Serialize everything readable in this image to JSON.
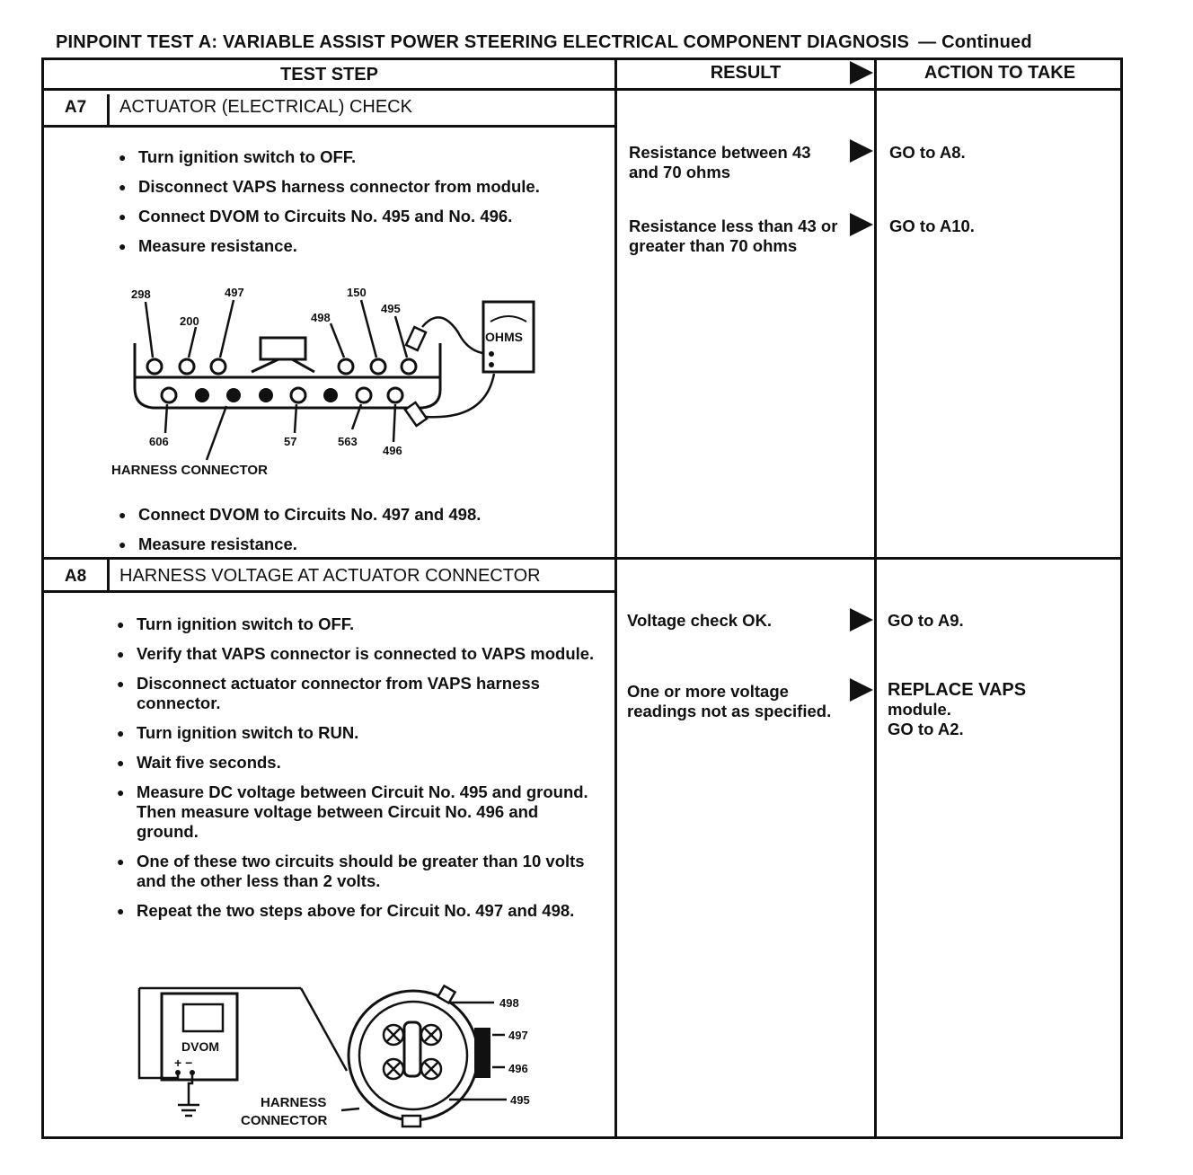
{
  "title": "PINPOINT TEST A: VARIABLE ASSIST POWER STEERING ELECTRICAL COMPONENT DIAGNOSIS",
  "title_continued": "— Continued",
  "headers": {
    "test_step": "TEST STEP",
    "result": "RESULT",
    "action": "ACTION TO TAKE"
  },
  "steps": [
    {
      "id": "A7",
      "title": "ACTUATOR (ELECTRICAL) CHECK",
      "instructions": [
        "Turn ignition switch to OFF.",
        "Disconnect VAPS harness connector from module.",
        "Connect DVOM to Circuits No. 495 and No. 496.",
        "Measure resistance."
      ],
      "instructions_after": [
        "Connect DVOM to Circuits No. 497 and 498.",
        "Measure resistance."
      ],
      "diagram": {
        "top_labels": [
          "298",
          "200",
          "497",
          "498",
          "150",
          "495"
        ],
        "bottom_labels": [
          "606",
          "57",
          "563",
          "496"
        ],
        "meter_label": "OHMS",
        "connector_label": "HARNESS CONNECTOR"
      },
      "results": [
        {
          "result": "Resistance between 43 and 70 ohms",
          "action": "GO to A8."
        },
        {
          "result": "Resistance less than 43 or greater than 70 ohms",
          "action": "GO to A10."
        }
      ]
    },
    {
      "id": "A8",
      "title": "HARNESS VOLTAGE AT ACTUATOR CONNECTOR",
      "instructions": [
        "Turn ignition switch to OFF.",
        "Verify that VAPS connector is connected to VAPS module.",
        "Disconnect actuator connector from VAPS harness connector.",
        "Turn ignition switch to RUN.",
        "Wait five seconds.",
        "Measure DC voltage between Circuit No. 495 and ground. Then measure voltage between Circuit No. 496 and ground.",
        "One of these two circuits should be greater than 10 volts and the other less than 2 volts.",
        "Repeat the two steps above for Circuit No. 497 and 498."
      ],
      "diagram": {
        "meter_label": "DVOM",
        "meter_terminals": "+ −",
        "pin_labels": [
          "498",
          "497",
          "496",
          "495"
        ],
        "connector_label_1": "HARNESS",
        "connector_label_2": "CONNECTOR"
      },
      "results": [
        {
          "result": "Voltage check OK.",
          "action": "GO to A9."
        },
        {
          "result": "One or more voltage readings not as specified.",
          "action_1": "REPLACE VAPS",
          "action_2": "module.",
          "action_3": "GO to A2."
        }
      ]
    }
  ]
}
